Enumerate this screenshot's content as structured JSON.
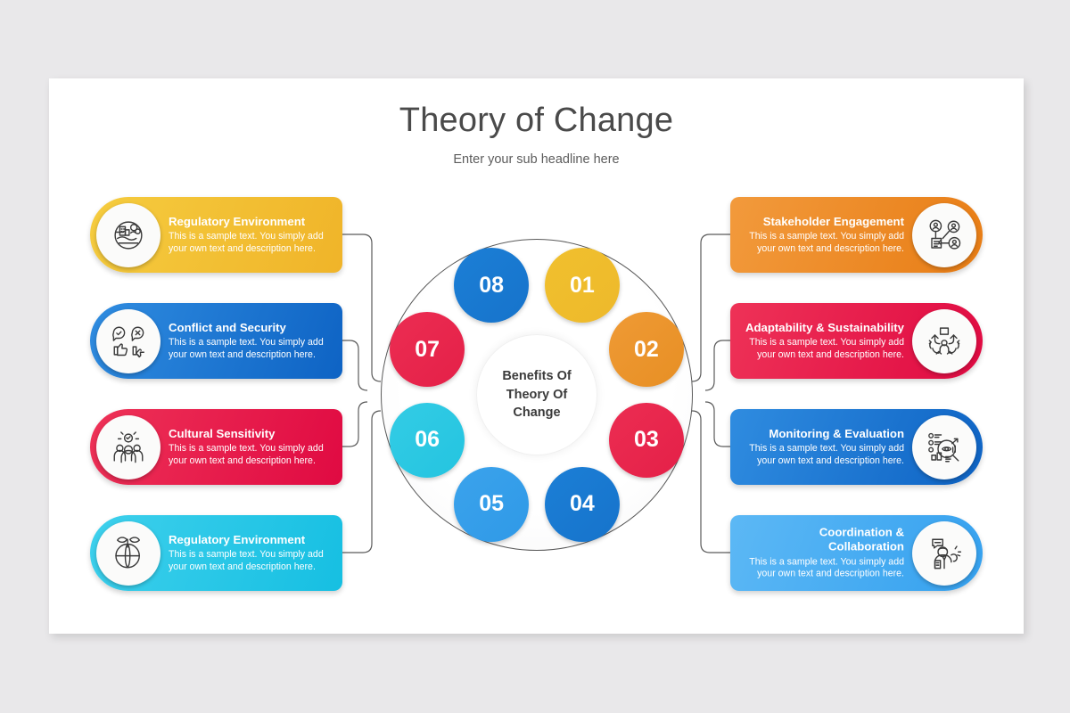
{
  "slide": {
    "title": "Theory of Change",
    "subtitle": "Enter your sub headline here",
    "background": "#e9e8ea",
    "surface": "#ffffff"
  },
  "wheel": {
    "center_label": "Benefits Of\nTheory Of\nChange",
    "center_line1": "Benefits Of",
    "center_line2": "Theory Of",
    "center_line3": "Change",
    "nodes": [
      {
        "number": "01",
        "color": "#f0c02e",
        "color2": "#eeb92b",
        "angle": -67.5
      },
      {
        "number": "02",
        "color": "#ef9a35",
        "color2": "#e78f24",
        "angle": -22.5
      },
      {
        "number": "03",
        "color": "#ec2d52",
        "color2": "#e42048",
        "angle": 22.5
      },
      {
        "number": "04",
        "color": "#1c7fd6",
        "color2": "#1673cb",
        "angle": 67.5
      },
      {
        "number": "05",
        "color": "#3ba3ec",
        "color2": "#2f99e7",
        "angle": 112.5
      },
      {
        "number": "06",
        "color": "#33cce5",
        "color2": "#24c4e0",
        "angle": 157.5
      },
      {
        "number": "07",
        "color": "#ec2d52",
        "color2": "#e42048",
        "angle": 202.5
      },
      {
        "number": "08",
        "color": "#1c7fd6",
        "color2": "#1673cb",
        "angle": 247.5
      }
    ]
  },
  "cards_left": [
    {
      "title": "Regulatory Environment",
      "body": "This is a sample text. You simply add your own text and description here.",
      "color_from": "#f5cc3f",
      "color_to": "#f0b429",
      "icon": "city-environment-icon"
    },
    {
      "title": "Conflict and Security",
      "body": "This is a sample text. You simply add your own text and description here.",
      "color_from": "#2f8ce0",
      "color_to": "#0e63c4",
      "icon": "thumbs-up-down-icon"
    },
    {
      "title": "Cultural Sensitivity",
      "body": "This is a sample text. You simply add your own text and description here.",
      "color_from": "#ee3257",
      "color_to": "#e00a42",
      "icon": "people-group-icon"
    },
    {
      "title": "Regulatory Environment",
      "body": "This is a sample text. You simply add your own text and description here.",
      "color_from": "#3ed0ec",
      "color_to": "#16bfe2",
      "icon": "globe-leaf-icon"
    }
  ],
  "cards_right": [
    {
      "title": "Stakeholder Engagement",
      "body": "This is a sample text. You simply add your own text and description here.",
      "color_from": "#f29a3c",
      "color_to": "#e87d15",
      "icon": "stakeholder-network-icon"
    },
    {
      "title": "Adaptability & Sustainability",
      "body": "This is a sample text. You simply add your own text and description here.",
      "color_from": "#ee3257",
      "color_to": "#e00a42",
      "icon": "adaptability-cycle-icon"
    },
    {
      "title": "Monitoring & Evaluation",
      "body": "This is a sample text. You simply add your own text and description here.",
      "color_from": "#2f8ce0",
      "color_to": "#0e63c4",
      "icon": "magnifier-eye-chart-icon"
    },
    {
      "title": "Coordination & Collaboration",
      "body": "This is a sample text. You simply add your own text and description here.",
      "color_from": "#5cb8f5",
      "color_to": "#35a1ef",
      "icon": "person-speech-icon"
    }
  ]
}
